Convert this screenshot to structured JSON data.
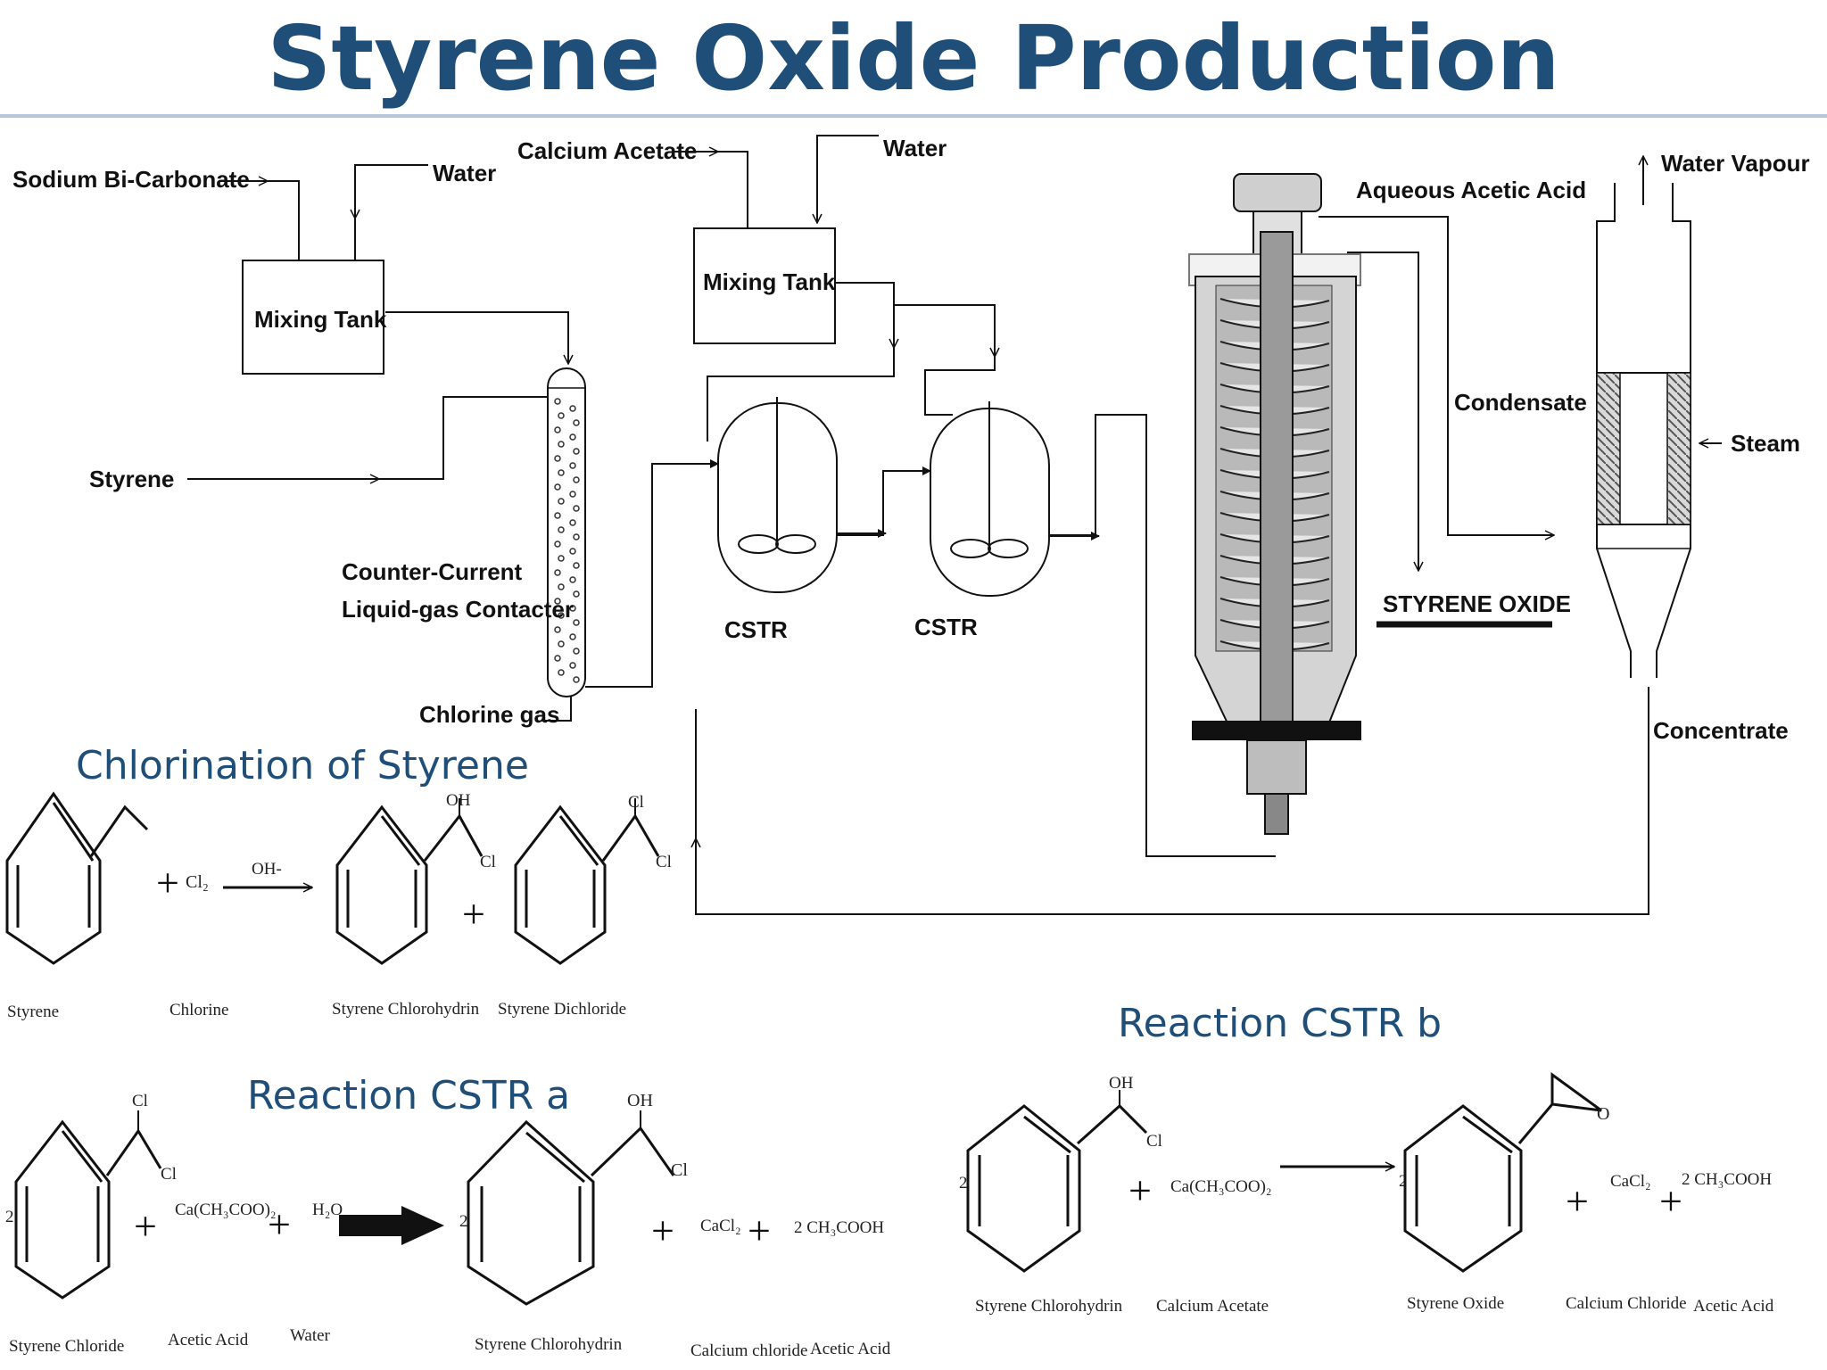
{
  "page_title": "Styrene Oxide Production",
  "flow_labels": {
    "sodium_bicarbonate": "Sodium Bi-Carbonate",
    "water_1": "Water",
    "mixing_tank_1": "Mixing Tank",
    "calcium_acetate": "Calcium Acetate",
    "water_2": "Water",
    "mixing_tank_2": "Mixing Tank",
    "styrene": "Styrene",
    "contacter_line1": "Counter-Current",
    "contacter_line2": "Liquid-gas Contacter",
    "chlorine_gas": "Chlorine gas",
    "cstr_1": "CSTR",
    "cstr_2": "CSTR",
    "aqueous_acetic_acid": "Aqueous Acetic Acid",
    "condensate": "Condensate",
    "styrene_oxide": "STYRENE OXIDE",
    "water_vapour": "Water Vapour",
    "steam": "Steam",
    "concentrate": "Concentrate"
  },
  "sections": {
    "chlorination": "Chlorination of  Styrene",
    "cstr_a": "Reaction CSTR a",
    "cstr_b": "Reaction CSTR b"
  },
  "chlorination": {
    "cl2": "Cl₂",
    "catalyst": "OH-",
    "oh": "OH",
    "cl_a": "Cl",
    "cl_b": "Cl",
    "cl_c": "Cl",
    "names": [
      "Styrene",
      "Chlorine",
      "Styrene Chlorohydrin",
      "Styrene Dichloride"
    ]
  },
  "cstr_a": {
    "coef": "2",
    "cl_a": "Cl",
    "cl_b": "Cl",
    "reagent": "Ca(CH₃COO)₂",
    "water": "H₂O",
    "coef_product": "2",
    "oh": "OH",
    "cl_c": "Cl",
    "cacl2": "CaCl₂",
    "acetic": "2 CH₃COOH",
    "names": [
      "Styrene Chloride",
      "Acetic Acid",
      "Water",
      "Styrene Chlorohydrin",
      "Calcium chloride",
      "Acetic Acid"
    ]
  },
  "cstr_b": {
    "coef": "2",
    "oh": "OH",
    "cl": "Cl",
    "reagent": "Ca(CH₃COO)₂",
    "coef_product": "2",
    "epoxide_o": "O",
    "cacl2": "CaCl₂",
    "acetic": "2 CH₃COOH",
    "names": [
      "Styrene Chlorohydrin",
      "Calcium Acetate",
      "Styrene Oxide",
      "Calcium Chloride",
      "Acetic Acid"
    ]
  }
}
